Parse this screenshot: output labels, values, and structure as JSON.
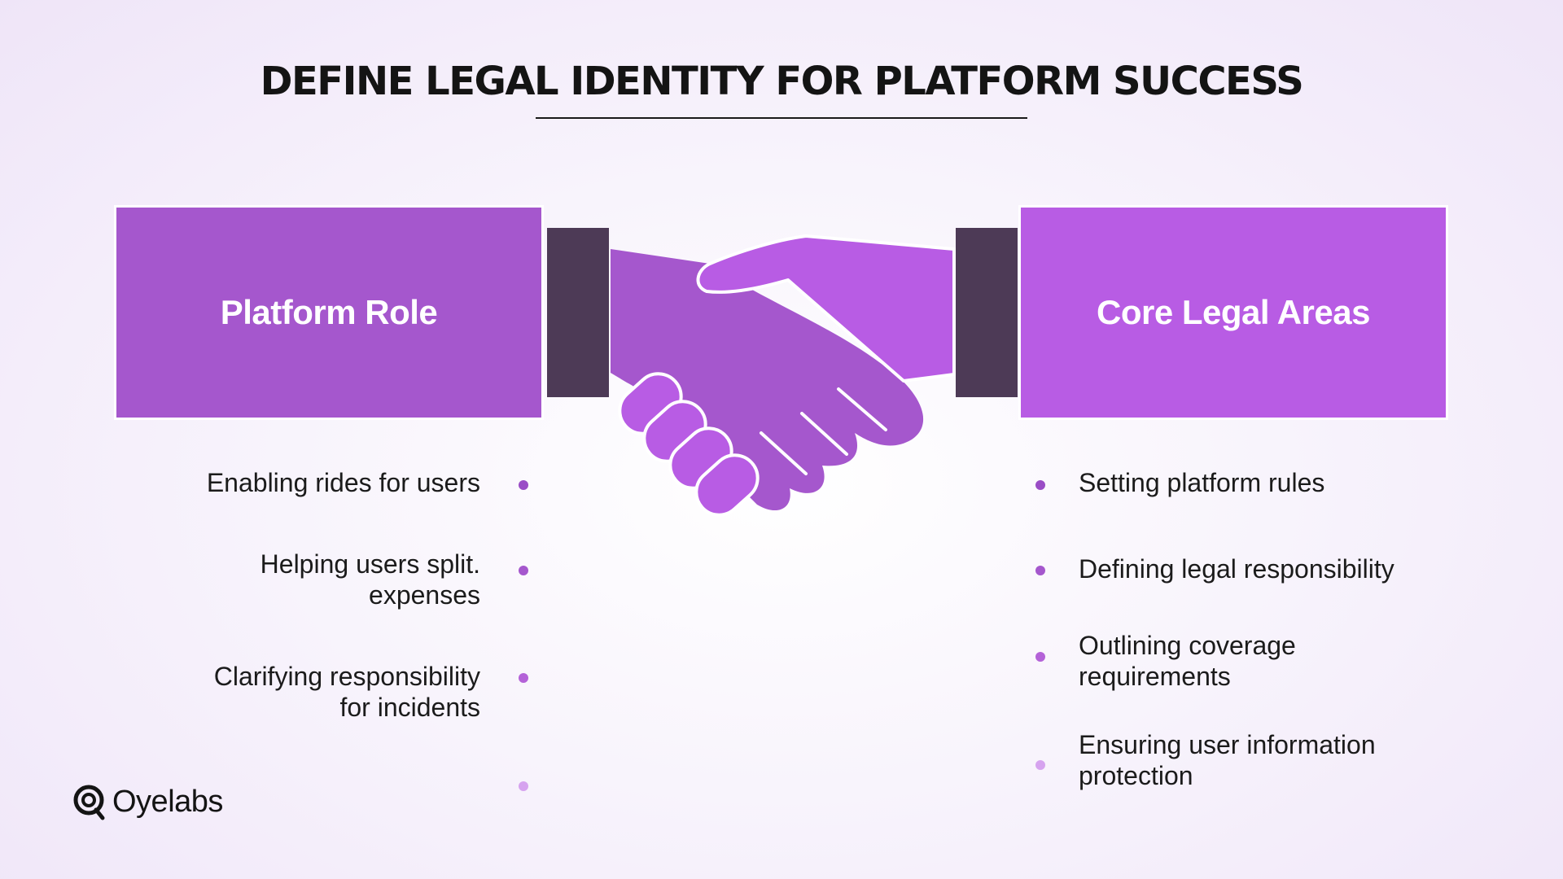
{
  "title": "DEFINE LEGAL IDENTITY FOR PLATFORM SUCCESS",
  "left_panel": {
    "heading": "Platform Role",
    "color": "#a557cd",
    "items": [
      {
        "line1": "Enabling rides for users",
        "line2": ""
      },
      {
        "line1": "Helping users split.",
        "line2": "expenses"
      },
      {
        "line1": "Clarifying responsibility",
        "line2": "for incidents"
      }
    ]
  },
  "right_panel": {
    "heading": "Core Legal Areas",
    "color": "#b85ce4",
    "items": [
      {
        "line1": "Setting platform rules",
        "line2": ""
      },
      {
        "line1": "Defining legal responsibility",
        "line2": ""
      },
      {
        "line1": "Outlining coverage",
        "line2": "requirements"
      },
      {
        "line1": "Ensuring user information",
        "line2": "protection"
      }
    ]
  },
  "colors": {
    "cuff": "#4d3a56",
    "bullet_dark": "#9a4dc6",
    "bullet_light": "#d6a3ef"
  },
  "icons": [
    "handshake-icon",
    "oyelabs-logo-icon"
  ],
  "brand": {
    "name": "Oyelabs"
  }
}
